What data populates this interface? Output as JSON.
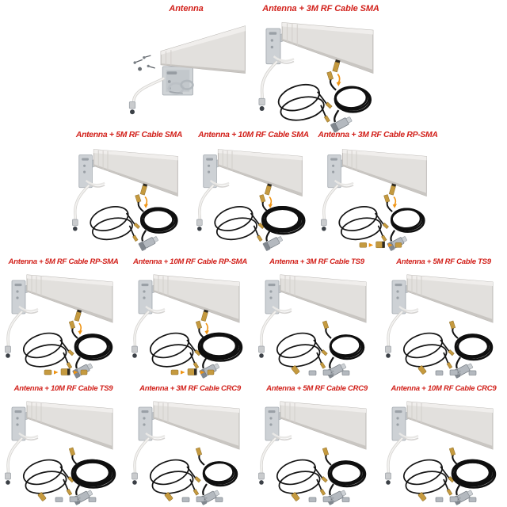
{
  "collage": {
    "colors": {
      "background": "#ffffff",
      "label_red": "#d2211b",
      "antenna_body": "#e2e0dd",
      "bracket_metal": "#cdd1d5",
      "cable_black": "#141414",
      "brass_gold": "#c59a3f",
      "connector_silver": "#b4b9bf",
      "arrow_orange": "#ef9413"
    },
    "rows": [
      {
        "cells": [
          {
            "label": "Antenna",
            "variant": "antenna-only"
          },
          {
            "label": "Antenna + 3M RF Cable SMA",
            "variant": "kit",
            "cable_length": "3M",
            "connector": "SMA"
          }
        ]
      },
      {
        "cells": [
          {
            "label": "Antenna + 5M RF Cable SMA",
            "variant": "kit",
            "cable_length": "5M",
            "connector": "SMA"
          },
          {
            "label": "Antenna + 10M RF Cable SMA",
            "variant": "kit",
            "cable_length": "10M",
            "connector": "SMA"
          },
          {
            "label": "Antenna + 3M RF Cable RP-SMA",
            "variant": "kit",
            "cable_length": "3M",
            "connector": "RP-SMA"
          }
        ]
      },
      {
        "cells": [
          {
            "label": "Antenna + 5M RF Cable RP-SMA",
            "variant": "kit",
            "cable_length": "5M",
            "connector": "RP-SMA"
          },
          {
            "label": "Antenna + 10M RF Cable RP-SMA",
            "variant": "kit",
            "cable_length": "10M",
            "connector": "RP-SMA"
          },
          {
            "label": "Antenna + 3M RF Cable TS9",
            "variant": "kit",
            "cable_length": "3M",
            "connector": "TS9"
          },
          {
            "label": "Antenna + 5M RF Cable TS9",
            "variant": "kit",
            "cable_length": "5M",
            "connector": "TS9"
          }
        ]
      },
      {
        "cells": [
          {
            "label": "Antenna + 10M RF Cable TS9",
            "variant": "kit",
            "cable_length": "10M",
            "connector": "TS9"
          },
          {
            "label": "Antenna + 3M RF Cable CRC9",
            "variant": "kit",
            "cable_length": "3M",
            "connector": "CRC9"
          },
          {
            "label": "Antenna + 5M RF Cable CRC9",
            "variant": "kit",
            "cable_length": "5M",
            "connector": "CRC9"
          },
          {
            "label": "Antenna + 10M RF Cable CRC9",
            "variant": "kit",
            "cable_length": "10M",
            "connector": "CRC9"
          }
        ]
      }
    ]
  }
}
